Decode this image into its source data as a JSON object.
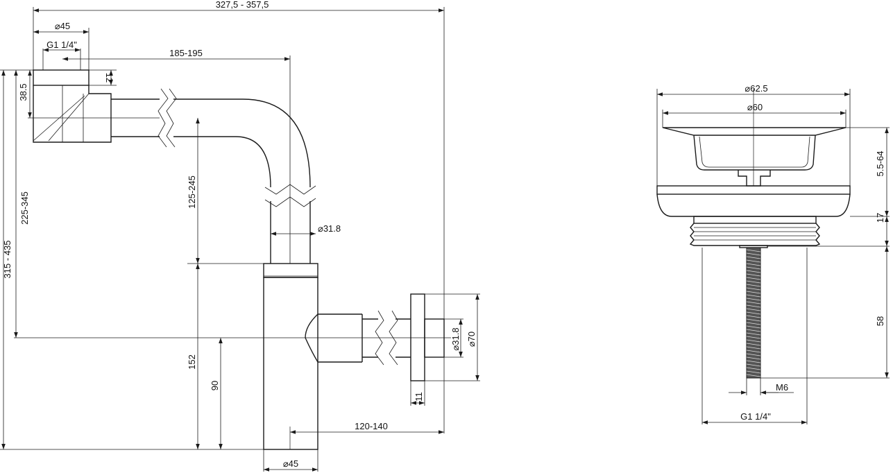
{
  "drawings": {
    "left": {
      "name": "bottle-trap-side-view",
      "dimensions": {
        "overall_length": "327,5 - 357,5",
        "inlet_diameter": "45",
        "inlet_thread": "G1 1/4\"",
        "horizontal_offset": "185-195",
        "inlet_cap_height": "12",
        "inlet_body_height": "38.5",
        "total_height": "315 - 435",
        "inlet_axis_height": "225-345",
        "vertical_pipe_length": "125-245",
        "pipe_diameter": "31.8",
        "body_height": "152",
        "outlet_axis_height": "90",
        "outlet_pipe_diameter": "31.8",
        "flange_diameter": "70",
        "flange_thickness": "11",
        "outlet_reach": "120-140",
        "body_diameter": "45"
      }
    },
    "right": {
      "name": "drain-plug-side-view",
      "dimensions": {
        "flange_diameter": "62.5",
        "strainer_diameter": "60",
        "stopper_height": "5.5-64",
        "thread_height": "17",
        "rod_length": "58",
        "rod_thread": "M6",
        "thread_size": "G1 1/4\""
      }
    }
  }
}
